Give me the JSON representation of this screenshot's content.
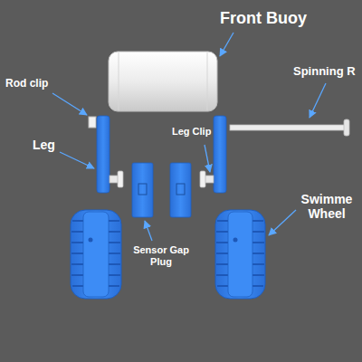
{
  "diagram": {
    "labels": [
      "Front Buoy",
      "Rod clip",
      "Spinning R",
      "Leg",
      "Leg Clip",
      "Swimme Wheel",
      "Sensor Gap Plug"
    ]
  }
}
